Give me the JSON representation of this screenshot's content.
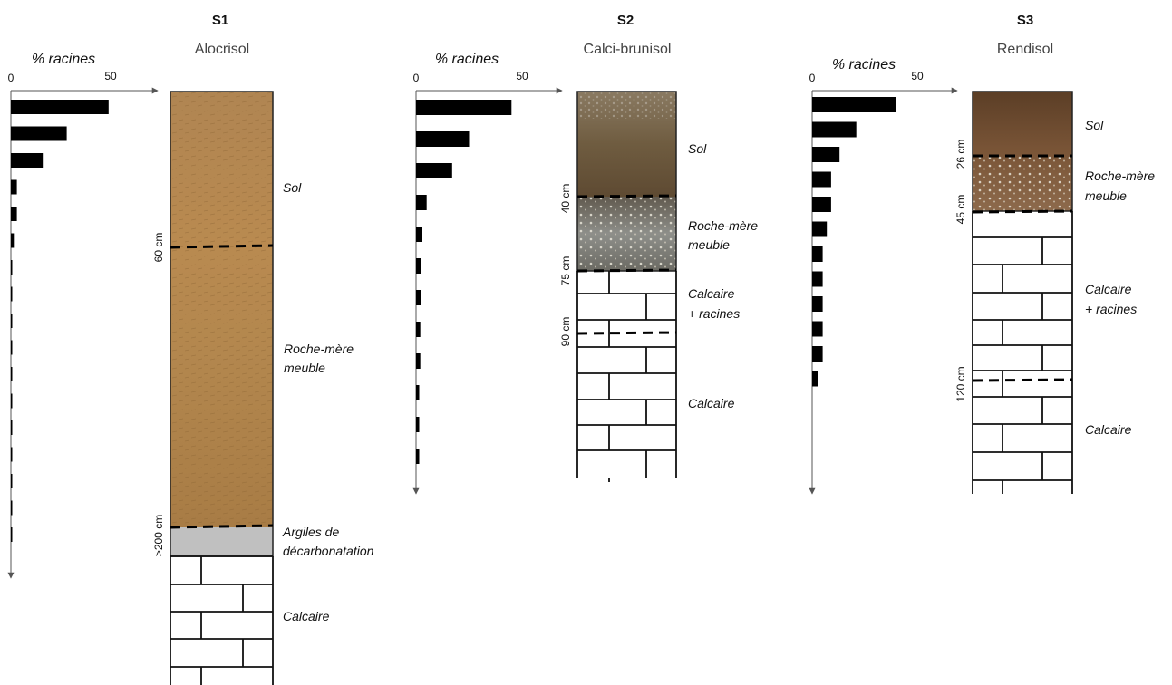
{
  "profiles": [
    {
      "id": "S1",
      "soil_type": "Alocrisol",
      "axis_title": "% racines",
      "axis_ticks": [
        "0",
        "50"
      ],
      "root_pct": [
        49,
        28,
        16,
        3,
        3,
        1.5,
        0.5,
        0.5,
        0.5,
        0.5,
        0.5,
        0.5,
        0.5,
        0.5,
        0.5,
        0.5,
        0.5
      ],
      "depth_labels": [
        "60 cm",
        ">200 cm"
      ],
      "layers": [
        {
          "lines": [
            "Sol"
          ]
        },
        {
          "lines": [
            "Roche-mère",
            "meuble"
          ]
        },
        {
          "lines": [
            "Argiles de",
            "décarbonatation"
          ]
        },
        {
          "lines": [
            "Calcaire"
          ]
        }
      ]
    },
    {
      "id": "S2",
      "soil_type": "Calci-brunisol",
      "axis_title": "% racines",
      "axis_ticks": [
        "0",
        "50"
      ],
      "root_pct": [
        45,
        25,
        17,
        5,
        3,
        2.5,
        2.5,
        2,
        2,
        1.5,
        1.5,
        1.5
      ],
      "depth_labels": [
        "40 cm",
        "75 cm",
        "90 cm"
      ],
      "layers": [
        {
          "lines": [
            "Sol"
          ]
        },
        {
          "lines": [
            "Roche-mère",
            "meuble"
          ]
        },
        {
          "lines": [
            "Calcaire",
            "+ racines"
          ]
        },
        {
          "lines": [
            "Calcaire"
          ]
        }
      ]
    },
    {
      "id": "S3",
      "soil_type": "Rendisol",
      "axis_title": "% racines",
      "axis_ticks": [
        "0",
        "50"
      ],
      "root_pct": [
        40,
        21,
        13,
        9,
        9,
        7,
        5,
        5,
        5,
        5,
        5,
        3
      ],
      "depth_labels": [
        "26 cm",
        "45 cm",
        "120 cm"
      ],
      "layers": [
        {
          "lines": [
            "Sol"
          ]
        },
        {
          "lines": [
            "Roche-mère",
            "meuble"
          ]
        },
        {
          "lines": [
            "Calcaire",
            "+ racines"
          ]
        },
        {
          "lines": [
            "Calcaire"
          ]
        }
      ]
    }
  ],
  "colors": {
    "bar": "#000000",
    "axis": "#555555",
    "argile": "#c0c0c0",
    "s1_soil": "#b5884f",
    "s2_soil": "#6e5a3c",
    "s2_parent": "#7c7d78",
    "s3_soil": "#6f4b2e"
  }
}
